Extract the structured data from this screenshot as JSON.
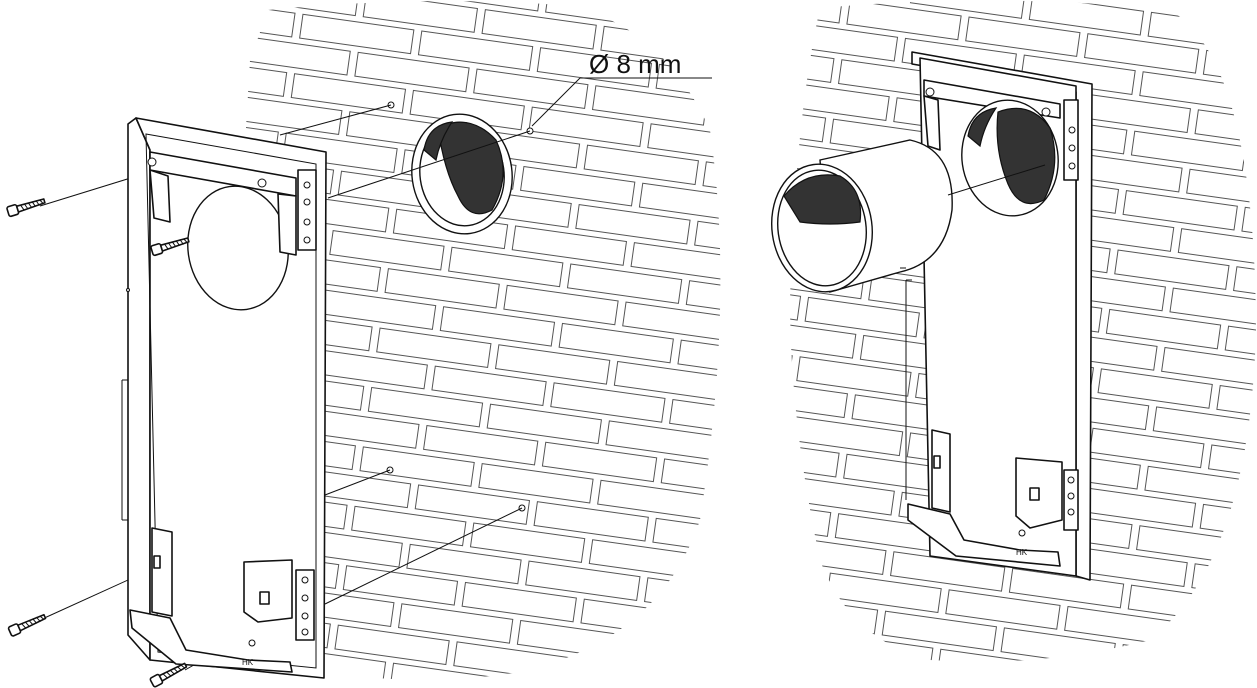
{
  "drill_label": "Ø 8 mm",
  "plate_mark_left": "HK",
  "plate_mark_right": "HK",
  "icons": [
    "screw-icon",
    "drill-hole-icon",
    "wall-sleeve-icon",
    "duct-pipe-icon"
  ],
  "colors": {
    "line": "#111111",
    "pipe_interior": "#333333",
    "background": "#ffffff"
  }
}
